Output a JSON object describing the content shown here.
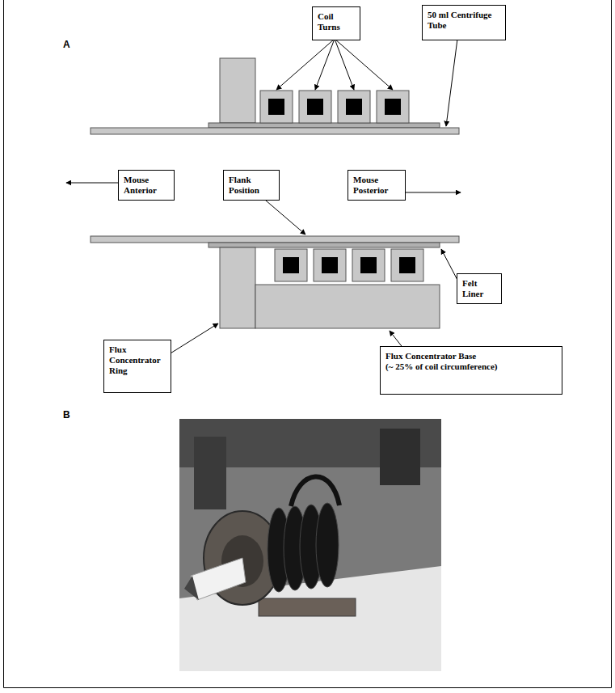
{
  "diagram": {
    "nodes": [
      {
        "text": [
          "Coil Turns"
        ]
      },
      {
        "text": [
          "50 ml Centrifuge Tube"
        ]
      },
      {
        "text": [
          "Mouse Anterior"
        ]
      },
      {
        "text": [
          "Flank Position"
        ]
      },
      {
        "text": [
          "Mouse Posterior"
        ]
      },
      {
        "text": [
          "Felt Liner"
        ]
      },
      {
        "text": [
          "Flux Concentrator Ring"
        ]
      },
      {
        "text": [
          "Flux Concentrator Base",
          "(~ 25% of coil circumference)"
        ]
      }
    ],
    "labels": [
      "A",
      "B"
    ]
  }
}
